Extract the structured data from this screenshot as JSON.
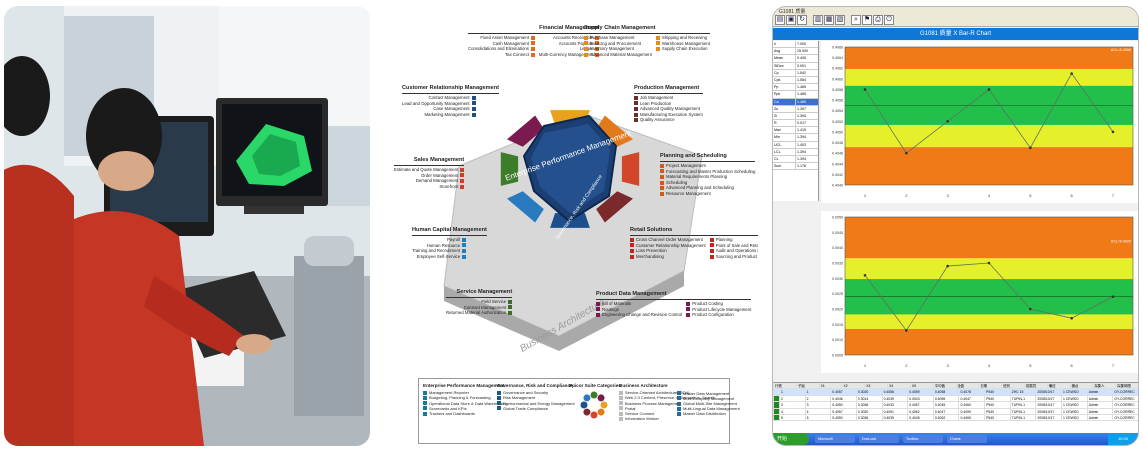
{
  "architecture": {
    "center_title": "Enterprise Performance Management",
    "center_subtitle": "Governance, Risk and Compliance",
    "base_label": "Business Architecture",
    "groups": [
      {
        "id": "financial",
        "title": "Financial Management",
        "columns": [
          [
            "Fixed Asset Management",
            "Cash Management",
            "Consolidations and Eliminations",
            "Tax Connect"
          ],
          [
            "Accounts Receivable",
            "Accounts Payable",
            "Ledger",
            "Multi-Currency Management"
          ]
        ]
      },
      {
        "id": "supply",
        "title": "Supply Chain Management",
        "columns": [
          [
            "Purchase Management",
            "Sourcing and Procurement",
            "Inventory Management",
            "Advanced Material Management"
          ],
          [
            "Shipping and Receiving",
            "Warehouse Management",
            "Supply Chain Execution"
          ]
        ]
      },
      {
        "id": "crm",
        "title": "Customer Relationship Management",
        "columns": [
          [
            "Contact Management",
            "Lead and Opportunity Management",
            "Case Management",
            "Marketing Management"
          ]
        ]
      },
      {
        "id": "production",
        "title": "Production Management",
        "columns": [
          [
            "Job Management",
            "Lean Production",
            "Advanced Quality Management",
            "Manufacturing Execution System",
            "Quality Assurance"
          ]
        ]
      },
      {
        "id": "sales",
        "title": "Sales Management",
        "columns": [
          [
            "Estimate and Quote Management",
            "Order Management",
            "Demand Management",
            "Storefront"
          ]
        ]
      },
      {
        "id": "planning",
        "title": "Planning and Scheduling",
        "columns": [
          [
            "Project Management",
            "Forecasting and Master Production Scheduling",
            "Material Requirements Planning",
            "Scheduling",
            "Advanced Planning and Scheduling",
            "Resource Management"
          ]
        ]
      },
      {
        "id": "hcm",
        "title": "Human Capital Management",
        "columns": [
          [
            "Payroll",
            "Human Resource",
            "Training and Recruitment",
            "Employee Self-Service"
          ]
        ]
      },
      {
        "id": "retail",
        "title": "Retail Solutions",
        "columns": [
          [
            "Cross Channel Order Management",
            "Customer Relationship Management",
            "Loss Prevention",
            "Merchandising"
          ],
          [
            "Planning",
            "Point of Sale and Retail Store Systems",
            "Audit and Operations Management",
            "Sourcing and Product Development"
          ]
        ]
      },
      {
        "id": "service",
        "title": "Service Management",
        "columns": [
          [
            "Field Service",
            "Contract Management",
            "Returned Material Authorization"
          ]
        ]
      },
      {
        "id": "pdm",
        "title": "Product Data Management",
        "columns": [
          [
            "Bill of Materials",
            "Routings",
            "Engineering Change and Revision Control"
          ],
          [
            "Product Costing",
            "Product Lifecycle Management",
            "Product Configuration"
          ]
        ]
      }
    ],
    "legend": [
      {
        "title": "Enterprise Performance Management",
        "items": [
          "Management Reporter",
          "Budgeting, Planning & Forecasting",
          "Operational Data Store & Data Warehousing",
          "Scorecards and KPIs",
          "Trackers and Dashboards"
        ]
      },
      {
        "title": "Governance, Risk and Compliance",
        "items": [
          "Governance and Security",
          "Risk Management",
          "Environmental and Energy Management",
          "Global Trade Compliance"
        ]
      },
      {
        "title": "Epicor Suite Categories",
        "items": []
      },
      {
        "title": "Business Architecture",
        "items": [
          "Service-Oriented Architecture (SOA)",
          "Web 2.0 Content, Presence, Collaboration, Search",
          "Business Process Management",
          "Portal",
          "Service Connect",
          "Information Worker"
        ]
      },
      {
        "title": "",
        "items": [
          "Master Data Management",
          "Multi-Company Management",
          "Global Multi-Site Management",
          "Multi-Lingual Data Management",
          "Master Data Distribution"
        ]
      }
    ]
  },
  "spc_app": {
    "window_title": "G1081 质量",
    "chart_title": "G1081 质量 X Bar-R Chart",
    "stats": [
      [
        "n",
        "7.000"
      ],
      [
        "Avg",
        "25.000"
      ],
      [
        "Mean",
        "0.405"
      ],
      [
        "StDev",
        "0.001"
      ],
      [
        "Cp",
        "1.542"
      ],
      [
        "Cpk",
        "1.554"
      ],
      [
        "Pp",
        "1.465"
      ],
      [
        "Ppk",
        "1.465"
      ],
      [
        "Ca",
        "1.485"
      ],
      [
        "Zu",
        "1.397"
      ],
      [
        "Zl",
        "1.394"
      ],
      [
        "R",
        "0.017"
      ],
      [
        "Max",
        "1.415"
      ],
      [
        "Min",
        "1.394"
      ],
      [
        "UCL",
        "1.403"
      ],
      [
        "LCL",
        "1.394"
      ],
      [
        "CL",
        "1.394"
      ],
      [
        "Sum",
        "1.176"
      ]
    ],
    "xbar": {
      "ucl_label": "UCL=0.4066",
      "cl_label": "",
      "lcl_label": "",
      "y_ticks": [
        "0.4066",
        "0.4064",
        "0.4062",
        "0.4060",
        "0.4058",
        "0.4056",
        "0.4054",
        "0.4052",
        "0.4050",
        "0.4048",
        "0.4046",
        "0.4044",
        "0.4042",
        "0.4040"
      ],
      "x_ticks": [
        "1",
        "2",
        "3",
        "4",
        "5",
        "6",
        "7"
      ],
      "values": [
        0.4058,
        0.4046,
        0.4052,
        0.4058,
        0.4047,
        0.4061,
        0.405
      ],
      "ylim": [
        0.404,
        0.4066
      ],
      "ucl": 0.4066,
      "cl": 0.4055,
      "lcl": 0.4043
    },
    "range": {
      "ucl_label": "UCL=0.0025",
      "y_ticks": [
        "0.0050",
        "0.0045",
        "0.0040",
        "0.0035",
        "0.0030",
        "0.0025",
        "0.0020",
        "0.0015",
        "0.0010",
        "0.0005"
      ],
      "x_ticks": [
        "1",
        "2",
        "3",
        "4",
        "5",
        "6",
        "7"
      ],
      "values": [
        0.0031,
        0.0013,
        0.0034,
        0.0035,
        0.002,
        0.0017,
        0.0024
      ],
      "ylim": [
        0.0005,
        0.005
      ],
      "ucl": 0.0043,
      "cl": 0.0024,
      "lcl": 0.0007
    },
    "table": {
      "headers": [
        "行號",
        "子組",
        "X1",
        "X2",
        "X3",
        "X4",
        "X5",
        "平均值",
        "全距",
        "日期",
        "班別",
        "檢驗員",
        "備註",
        "機台",
        "採集人",
        "採集時間"
      ],
      "rows": [
        [
          "1",
          "1",
          "0.4057",
          "0.3020",
          "0.4056",
          "0.4059",
          "0.4058",
          "0.4078",
          "P540",
          "ZHC 15",
          "2008/10/17",
          "1 CEWSO",
          "Admin",
          "OY-CORREC"
        ],
        [
          "2",
          "2",
          "0.4046",
          "0.3014",
          "0.4039",
          "0.4043",
          "0.4055",
          "0.4047",
          "P540",
          "TUPIN-1",
          "2008/10/17",
          "1 CEWSO",
          "Admin",
          "OY-CORREC"
        ],
        [
          "3",
          "3",
          "0.4050",
          "0.3036",
          "0.4033",
          "0.4057",
          "0.4045",
          "0.4060",
          "P540",
          "TUPIN-1",
          "2008/10/17",
          "1 CEWSO",
          "Admin",
          "OY-CORREC"
        ],
        [
          "4",
          "4",
          "0.4057",
          "0.3020",
          "0.4051",
          "0.4062",
          "0.4047",
          "0.4059",
          "P540",
          "TUPIN-1",
          "2008/10/17",
          "1 CEWSO",
          "Admin",
          "OY-CORREC"
        ],
        [
          "5",
          "5",
          "0.4050",
          "0.3036",
          "0.4039",
          "0.4045",
          "0.4062",
          "0.4065",
          "P540",
          "TUPIN-1",
          "2008/10/17",
          "1 CEWSO",
          "Admin",
          "OY-CORREC"
        ]
      ]
    },
    "taskbar": {
      "start": "开始",
      "tasks": [
        "Microsoft",
        "DocLook",
        "Toolbox",
        "Charts"
      ],
      "clock": "10:30"
    },
    "colors": {
      "ucl_band": "#f07a18",
      "warn_band": "#e6f02a",
      "center_band": "#22c04a",
      "title_bar": "#0f78d6",
      "line": "#607060"
    }
  },
  "architecture_colors": {
    "financial": "#e26a1c",
    "supply": "#e88b18",
    "crm": "#1f4f8a",
    "production": "#6b2f2a",
    "sales": "#d23b2c",
    "planning": "#cf5a1e",
    "hcm": "#1f7fc0",
    "retail": "#c02525",
    "service": "#3c6b2a",
    "pdm": "#7a1a4e"
  }
}
